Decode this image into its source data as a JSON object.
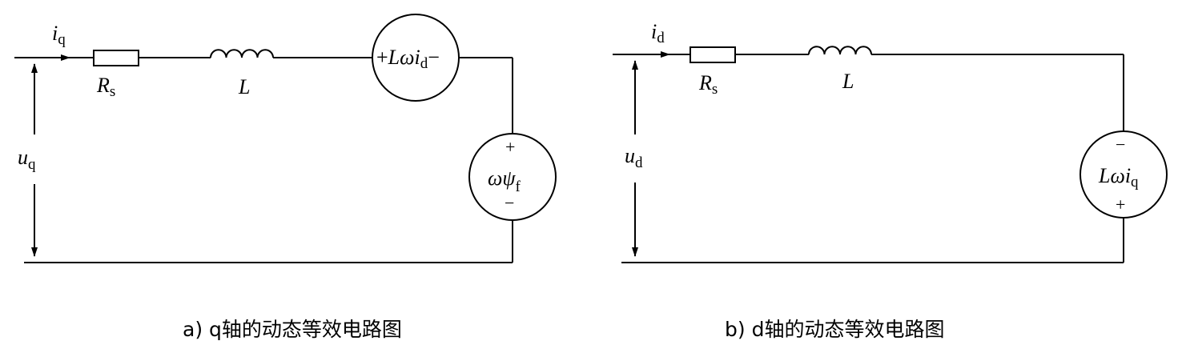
{
  "diagram_a": {
    "current_var": "i",
    "current_sub": "q",
    "voltage_var": "u",
    "voltage_sub": "q",
    "resistor_var": "R",
    "resistor_sub": "s",
    "inductor_label": "L",
    "source1_plus": "+",
    "source1_var": "Lωi",
    "source1_sub": "d",
    "source1_minus": "−",
    "source2_plus": "+",
    "source2_var": "ωψ",
    "source2_sub": "f",
    "source2_minus": "−",
    "caption": "a) q轴的动态等效电路图"
  },
  "diagram_b": {
    "current_var": "i",
    "current_sub": "d",
    "voltage_var": "u",
    "voltage_sub": "d",
    "resistor_var": "R",
    "resistor_sub": "s",
    "inductor_label": "L",
    "source_minus": "−",
    "source_var": "Lωi",
    "source_sub": "q",
    "source_plus": "+",
    "caption": "b) d轴的动态等效电路图"
  }
}
